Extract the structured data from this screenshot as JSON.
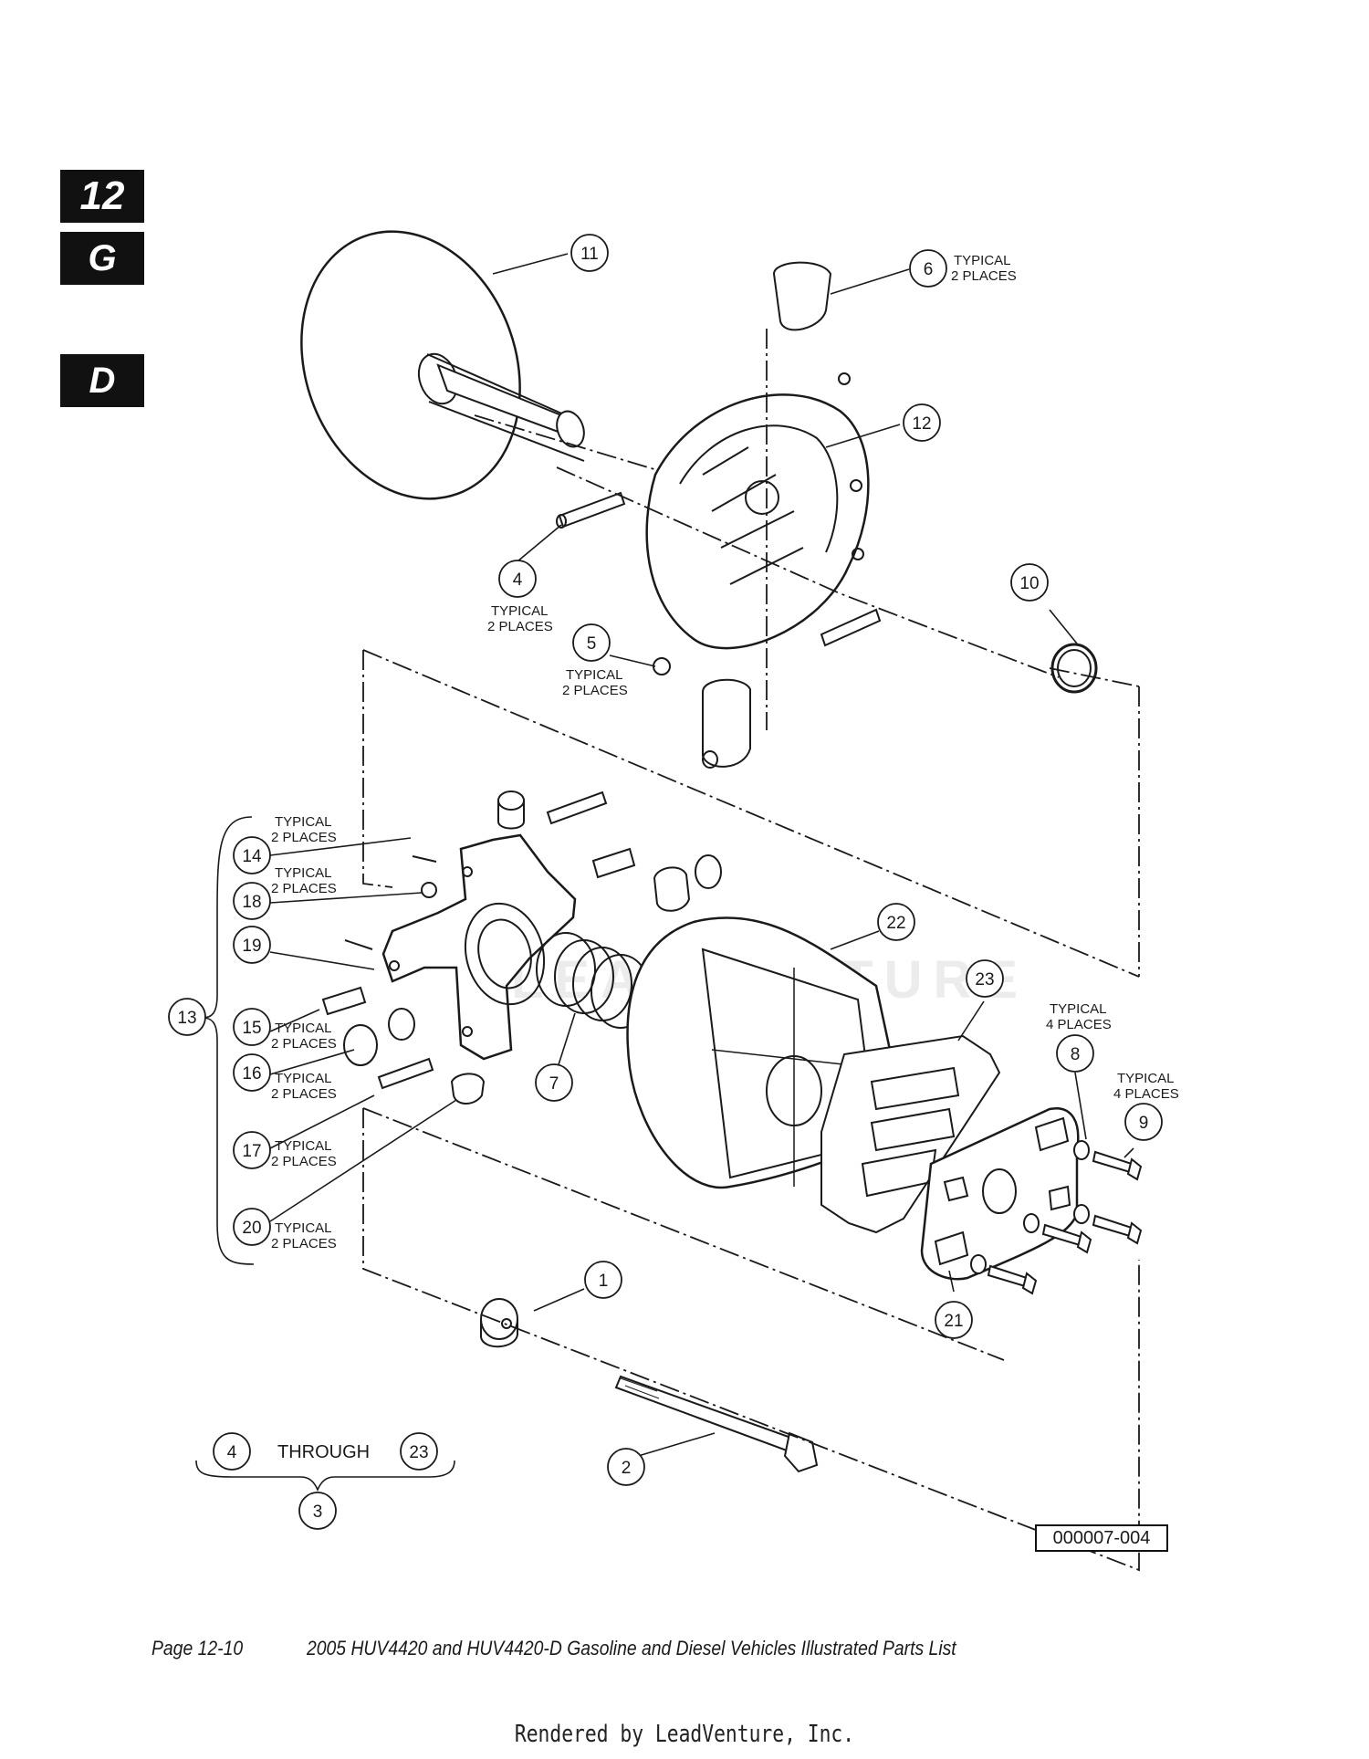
{
  "section_tabs": {
    "chapter": "12",
    "group": "G",
    "model": "D"
  },
  "callouts": {
    "c1": "1",
    "c2": "2",
    "c3": "3",
    "c4": "4",
    "c4b": "4",
    "c5": "5",
    "c6": "6",
    "c7": "7",
    "c8": "8",
    "c9": "9",
    "c10": "10",
    "c11": "11",
    "c12": "12",
    "c13": "13",
    "c14": "14",
    "c15": "15",
    "c16": "16",
    "c17": "17",
    "c18": "18",
    "c19": "19",
    "c20": "20",
    "c21": "21",
    "c22": "22",
    "c23": "23",
    "c23b": "23"
  },
  "notes": {
    "typical": "TYPICAL",
    "two_places": "2 PLACES",
    "four_places": "4 PLACES",
    "through": "THROUGH"
  },
  "figure_number": "000007-004",
  "watermark": "LEADVENTURE",
  "footer": {
    "page": "Page 12-10",
    "title": "2005 HUV4420 and HUV4420-D Gasoline and Diesel Vehicles Illustrated Parts List",
    "rendered_by": "Rendered by LeadVenture, Inc."
  }
}
